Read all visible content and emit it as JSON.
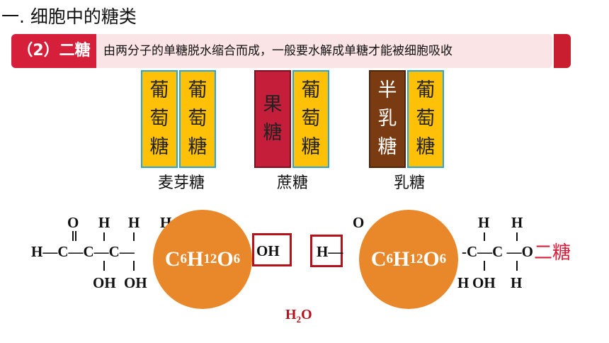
{
  "title": "一. 细胞中的糖类",
  "banner": {
    "tag": "（2）二糖",
    "text": "由两分子的单糖脱水缩合而成，一般要水解成单糖才能被细胞吸收"
  },
  "disaccharides": [
    {
      "name": "麦芽糖",
      "units": [
        "葡萄糖",
        "葡萄糖"
      ]
    },
    {
      "name": "蔗糖",
      "units": [
        "果糖",
        "葡萄糖"
      ]
    },
    {
      "name": "乳糖",
      "units": [
        "半乳糖",
        "葡萄糖"
      ]
    }
  ],
  "colors": {
    "glucose": "#ffc107",
    "fructose": "#c41e3a",
    "galactose": "#7a3b12",
    "accent": "#d61f3a"
  },
  "structure": {
    "left": {
      "top_atoms": [
        "O",
        "H",
        "H",
        "H"
      ],
      "chain": "H—C—C—C—",
      "bottom_atoms": [
        "OH",
        "OH"
      ],
      "formula": {
        "c": "C",
        "c_n": "6",
        "h": "H",
        "h_n": "12",
        "o": "O",
        "o_n": "6"
      },
      "highlight": "OH"
    },
    "right": {
      "highlight": "H—",
      "top_atoms": [
        "O",
        "H",
        "H"
      ],
      "chain_right": "-C—C —O",
      "bottom_atoms": [
        "H",
        "OH",
        "H"
      ],
      "formula": {
        "c": "C",
        "c_n": "6",
        "h": "H",
        "h_n": "12",
        "o": "O",
        "o_n": "6"
      }
    },
    "water": {
      "h": "H",
      "n": "2",
      "o": "O"
    },
    "product_label": "二糖"
  }
}
